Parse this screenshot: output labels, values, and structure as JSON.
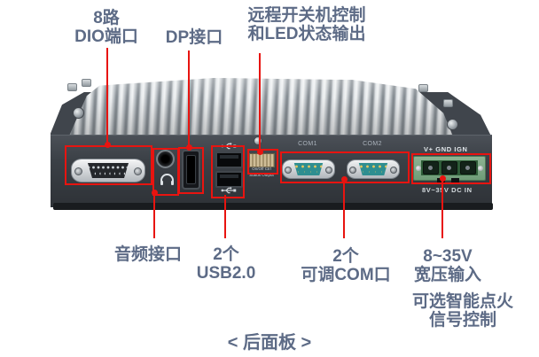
{
  "title_labels": {
    "dio_line1": "8路",
    "dio_line2": "DIO端口",
    "dp": "DP接口",
    "remote_line1": "远程开关机控制",
    "remote_line2": "和LED状态输出"
  },
  "bottom_labels": {
    "audio": "音频接口",
    "usb_line1": "2个",
    "usb_line2": "USB2.0",
    "com_line1": "2个",
    "com_line2": "可调COM口",
    "power_line1": "8~35V",
    "power_line2": "宽压输入",
    "ignition_line1": "可选智能点火",
    "ignition_line2": "信号控制"
  },
  "device_labels": {
    "com1": "COM1",
    "com2": "COM2",
    "power_pins": "V+ GND IGN",
    "power_input": "8V~35V DC IN",
    "onoff": "On/Off Ctrl",
    "status": "Status Output"
  },
  "caption": "< 后面板 >",
  "colors": {
    "annotation_red": "#e81410",
    "label_blue": "#5d6b86",
    "chassis_gray": "#3b4046",
    "heatsink_silver": "#dfe3e6",
    "com_teal": "#2e8e90",
    "power_green": "#6f9c77"
  }
}
